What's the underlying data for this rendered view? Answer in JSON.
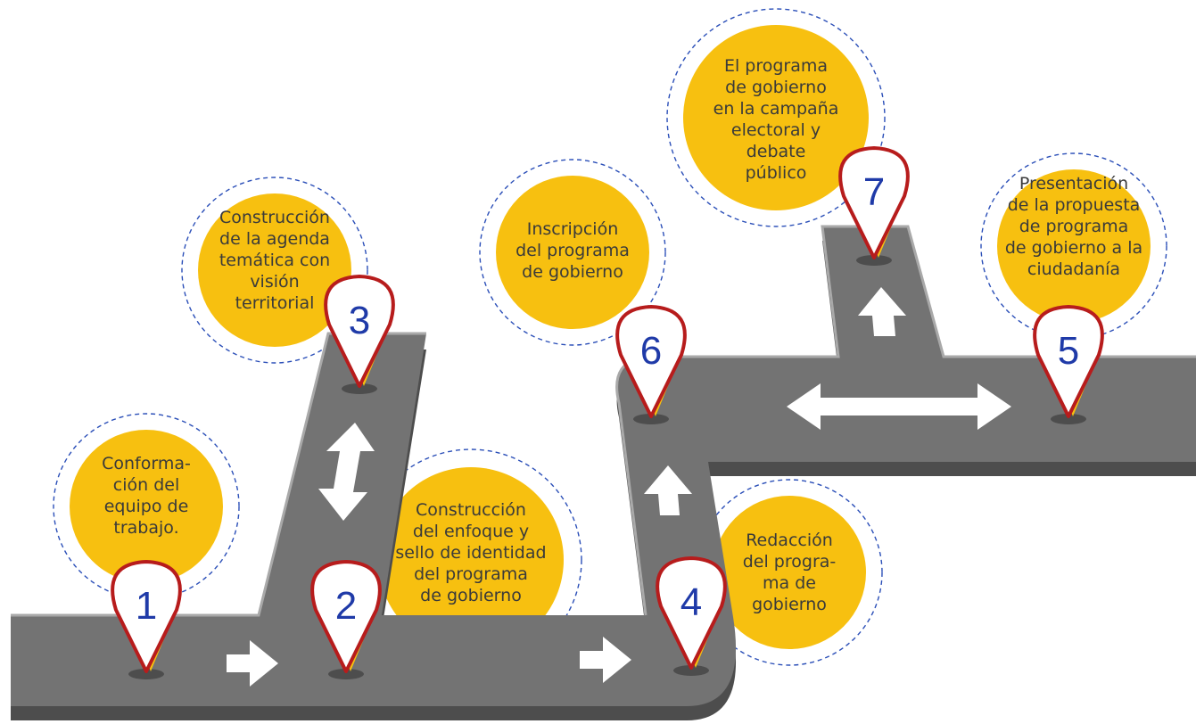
{
  "palette": {
    "bubble": "#f7c010",
    "road": "#737373",
    "road_shadow": "#4d4d4d",
    "road_edge": "#a9a9a9",
    "arrow": "#ffffff",
    "pin_fill": "#ffffff",
    "pin_outline": "#b71c1c",
    "pin_accent": "#f7c010",
    "number": "#1f3aa8",
    "dash_ring": "#2b4fb8",
    "text": "#3a3a3a"
  },
  "steps": [
    {
      "number": "1",
      "text": "Conforma-\nción del\nequipo de\ntrabajo."
    },
    {
      "number": "2",
      "text": "Construcción\ndel enfoque y\nsello de identidad\ndel programa\nde gobierno"
    },
    {
      "number": "3",
      "text": "Construcción\nde la agenda\ntemática con\nvisión\nterritorial"
    },
    {
      "number": "4",
      "text": "Redacción\ndel progra-\nma de\ngobierno"
    },
    {
      "number": "5",
      "text": "Presentación\nde la propuesta\nde programa\nde gobierno a la\nciudadanía"
    },
    {
      "number": "6",
      "text": "Inscripción\ndel programa\nde gobierno"
    },
    {
      "number": "7",
      "text": "El programa\nde gobierno\nen la campaña\nelectoral y\ndebate\npúblico"
    }
  ],
  "icons": {
    "pin": "map-pin-icon",
    "arrow_right": "arrow-right-icon",
    "arrow_up": "arrow-up-icon",
    "arrow_vertical_double": "double-arrow-vertical-icon",
    "arrow_horizontal_double": "double-arrow-horizontal-icon"
  }
}
